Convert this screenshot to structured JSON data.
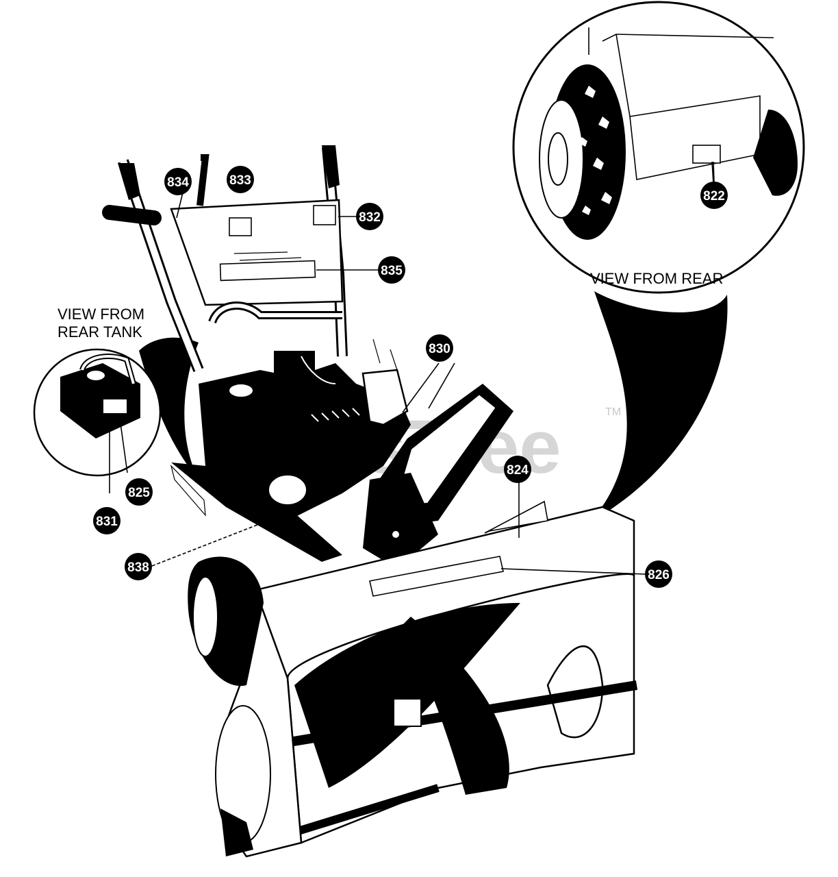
{
  "watermark": {
    "text": "PartsTree",
    "trademark": "TM"
  },
  "insets": {
    "rear_tank_label": [
      "VIEW FROM",
      "REAR TANK"
    ],
    "rear_label": "VIEW FROM REAR"
  },
  "callouts": [
    {
      "id": "834",
      "label": "834"
    },
    {
      "id": "833",
      "label": "833"
    },
    {
      "id": "832",
      "label": "832"
    },
    {
      "id": "835",
      "label": "835"
    },
    {
      "id": "830",
      "label": "830"
    },
    {
      "id": "824",
      "label": "824"
    },
    {
      "id": "826",
      "label": "826"
    },
    {
      "id": "838",
      "label": "838"
    },
    {
      "id": "825",
      "label": "825"
    },
    {
      "id": "831",
      "label": "831"
    },
    {
      "id": "822",
      "label": "822"
    }
  ]
}
